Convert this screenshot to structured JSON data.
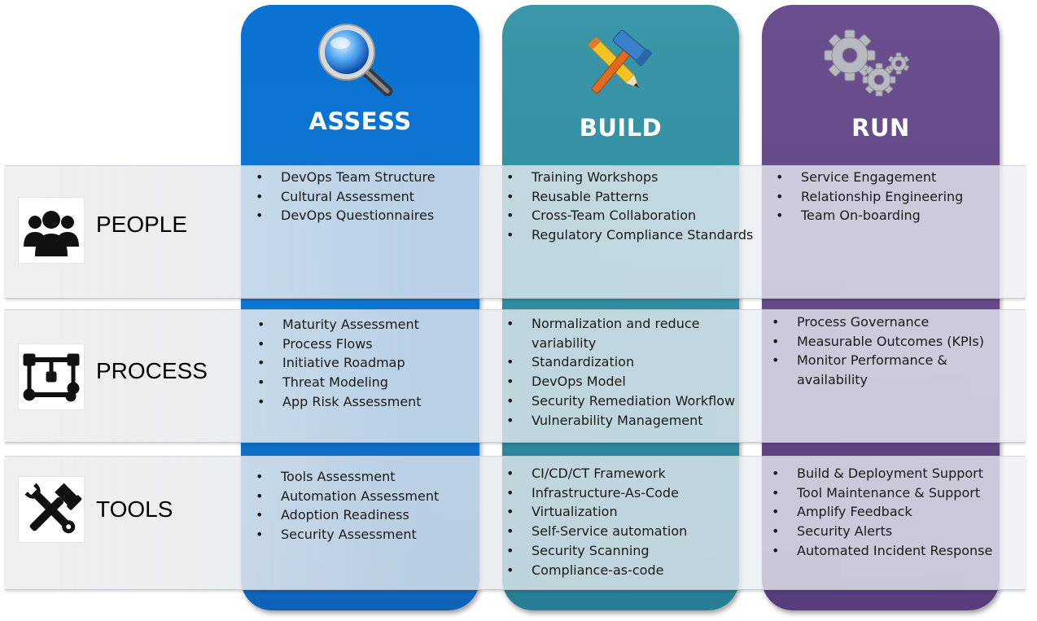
{
  "columns": {
    "assess": {
      "title": "ASSESS",
      "icon": "magnifier-icon",
      "color": "#0a72d3"
    },
    "build": {
      "title": "BUILD",
      "icon": "hammer-pencil-icon",
      "color": "#3a97a8"
    },
    "run": {
      "title": "RUN",
      "icon": "gears-icon",
      "color": "#6a4f8e"
    }
  },
  "rows": {
    "people": {
      "label": "PEOPLE",
      "icon": "people-icon"
    },
    "process": {
      "label": "PROCESS",
      "icon": "process-flow-icon"
    },
    "tools": {
      "label": "TOOLS",
      "icon": "wrench-hammer-icon"
    }
  },
  "cells": {
    "people": {
      "assess": [
        "DevOps Team Structure",
        "Cultural Assessment",
        "DevOps Questionnaires"
      ],
      "build": [
        "Training Workshops",
        "Reusable Patterns",
        "Cross-Team Collaboration",
        "Regulatory Compliance Standards"
      ],
      "run": [
        "Service Engagement",
        "Relationship Engineering",
        "Team On-boarding"
      ]
    },
    "process": {
      "assess": [
        "Maturity Assessment",
        "Process Flows",
        "Initiative Roadmap",
        "Threat Modeling",
        "App Risk Assessment"
      ],
      "build": [
        "Normalization and reduce variability",
        "Standardization",
        "DevOps Model",
        "Security Remediation Workflow",
        "Vulnerability Management"
      ],
      "run": [
        "Process Governance",
        "Measurable Outcomes (KPIs)",
        "Monitor Performance & availability"
      ]
    },
    "tools": {
      "assess": [
        "Tools Assessment",
        "Automation Assessment",
        "Adoption Readiness",
        "Security Assessment"
      ],
      "build": [
        "CI/CD/CT Framework",
        "Infrastructure-As-Code",
        "Virtualization",
        "Self-Service automation",
        "Security Scanning",
        "Compliance-as-code"
      ],
      "run": [
        "Build & Deployment Support",
        "Tool Maintenance & Support",
        "Amplify Feedback",
        "Security Alerts",
        "Automated Incident Response"
      ]
    }
  }
}
